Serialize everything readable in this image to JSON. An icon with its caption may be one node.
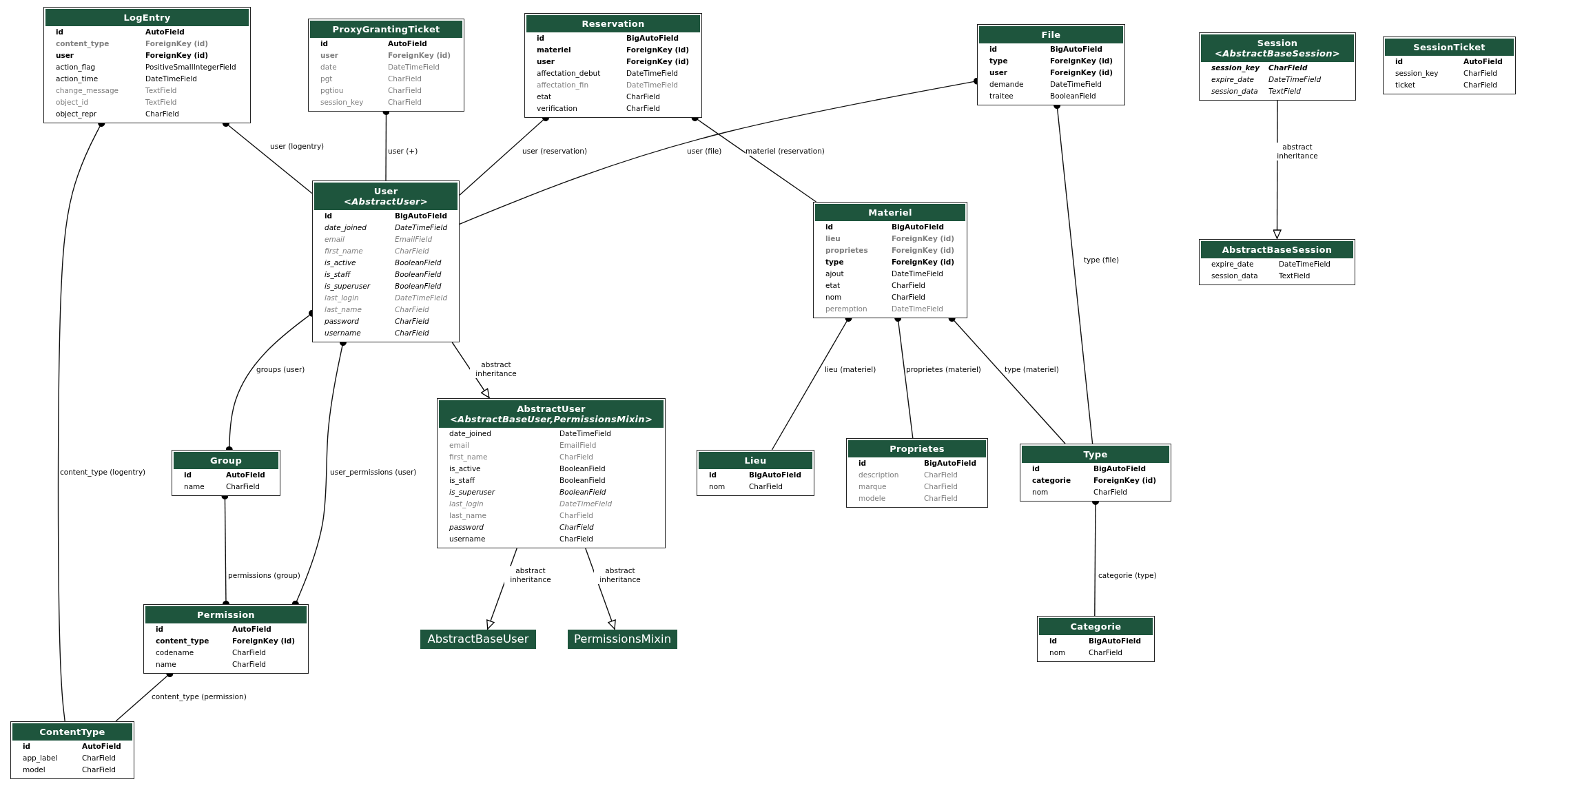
{
  "diagram": {
    "nodes": [
      {
        "text": [
          "LogEntry",
          "id",
          "AutoField",
          "content_type",
          "ForeignKey (id)",
          "user",
          "ForeignKey (id)",
          "action_flag",
          "PositiveSmallIntegerField",
          "action_time",
          "DateTimeField",
          "change_message",
          "TextField",
          "object_id",
          "TextField",
          "object_repr",
          "CharField"
        ]
      },
      {
        "text": [
          "ProxyGrantingTicket",
          "id",
          "AutoField",
          "user",
          "ForeignKey (id)",
          "date",
          "DateTimeField",
          "pgt",
          "CharField",
          "pgtiou",
          "CharField",
          "session_key",
          "CharField"
        ]
      },
      {
        "text": [
          "Reservation",
          "id",
          "BigAutoField",
          "materiel",
          "ForeignKey (id)",
          "user",
          "ForeignKey (id)",
          "affectation_debut",
          "DateTimeField",
          "affectation_fin",
          "DateTimeField",
          "etat",
          "CharField",
          "verification",
          "CharField"
        ]
      },
      {
        "text": [
          "File",
          "id",
          "BigAutoField",
          "type",
          "ForeignKey (id)",
          "user",
          "ForeignKey (id)",
          "demande",
          "DateTimeField",
          "traitee",
          "BooleanField"
        ]
      },
      {
        "text": [
          "Session *<AbstractBaseSession>*",
          "session_key",
          "CharField",
          "expire_date",
          "DateTimeField",
          "session_data",
          "TextField"
        ]
      },
      {
        "text": [
          "SessionTicket",
          "id",
          "AutoField",
          "session_key",
          "CharField",
          "ticket",
          "CharField"
        ]
      },
      {
        "text": [
          "User *<AbstractUser>*",
          "id",
          "BigAutoField",
          "date_joined",
          "DateTimeField",
          "email",
          "EmailField",
          "first_name",
          "CharField",
          "is_active",
          "BooleanField",
          "is_staff",
          "BooleanField",
          "is_superuser",
          "BooleanField",
          "last_login",
          "DateTimeField",
          "last_name",
          "CharField",
          "password",
          "CharField",
          "username",
          "CharField"
        ]
      },
      {
        "text": [
          "Materiel",
          "id",
          "BigAutoField",
          "lieu",
          "ForeignKey (id)",
          "proprietes",
          "ForeignKey (id)",
          "type",
          "ForeignKey (id)",
          "ajout",
          "DateTimeField",
          "etat",
          "CharField",
          "nom",
          "CharField",
          "peremption",
          "DateTimeField"
        ]
      },
      {
        "text": [
          "AbstractBaseSession",
          "expire_date",
          "DateTimeField",
          "session_data",
          "TextField"
        ]
      },
      {
        "text": [
          "AbstractUser *<AbstractBaseUser,PermissionsMixin>*",
          "date_joined",
          "DateTimeField",
          "email",
          "EmailField",
          "first_name",
          "CharField",
          "is_active",
          "BooleanField",
          "is_staff",
          "BooleanField",
          "is_superuser",
          "BooleanField",
          "last_login",
          "DateTimeField",
          "last_name",
          "CharField",
          "password",
          "CharField",
          "username",
          "CharField"
        ]
      },
      {
        "text": [
          "Group",
          "id",
          "AutoField",
          "name",
          "CharField"
        ]
      },
      {
        "text": [
          "Lieu",
          "id",
          "BigAutoField",
          "nom",
          "CharField"
        ]
      },
      {
        "text": [
          "Proprietes",
          "id",
          "BigAutoField",
          "description",
          "CharField",
          "marque",
          "CharField",
          "modele",
          "CharField"
        ]
      },
      {
        "text": [
          "Type",
          "id",
          "BigAutoField",
          "categorie",
          "ForeignKey (id)",
          "nom",
          "CharField"
        ]
      },
      {
        "text": [
          "Permission",
          "id",
          "AutoField",
          "content_type",
          "ForeignKey (id)",
          "codename",
          "CharField",
          "name",
          "CharField"
        ]
      },
      {
        "text": [
          "AbstractBaseUser"
        ]
      },
      {
        "text": [
          "PermissionsMixin"
        ]
      },
      {
        "text": [
          "Categorie",
          "id",
          "BigAutoField",
          "nom",
          "CharField"
        ]
      },
      {
        "text": [
          "ContentType",
          "id",
          "AutoField",
          "app_label",
          "CharField",
          "model",
          "CharField"
        ]
      }
    ],
    "edges": [
      {
        "from": 0,
        "to": 6,
        "arrow": "other",
        "label": "user (logentry)"
      },
      {
        "from": 0,
        "to": 18,
        "arrow": "other",
        "label": "content_type (logentry)"
      },
      {
        "from": 1,
        "to": 6,
        "arrow": "other",
        "label": "user (+)"
      },
      {
        "from": 2,
        "to": 6,
        "arrow": "other",
        "label": "user (reservation)"
      },
      {
        "from": 2,
        "to": 7,
        "arrow": "other",
        "label": "materiel (reservation)"
      },
      {
        "from": 3,
        "to": 6,
        "arrow": "other",
        "label": "user (file)"
      },
      {
        "from": 3,
        "to": 13,
        "arrow": "other",
        "label": "type (file)"
      },
      {
        "from": 4,
        "to": 8,
        "arrow": "to",
        "label": "abstract inheritance"
      },
      {
        "from": 6,
        "to": 9,
        "arrow": "to",
        "label": "abstract inheritance"
      },
      {
        "from": 6,
        "to": 10,
        "arrow": "other",
        "label": "groups (user)"
      },
      {
        "from": 6,
        "to": 14,
        "arrow": "other",
        "label": "user_permissions (user)"
      },
      {
        "from": 10,
        "to": 14,
        "arrow": "other",
        "label": "permissions (group)"
      },
      {
        "from": 14,
        "to": 18,
        "arrow": "other",
        "label": "content_type (permission)"
      },
      {
        "from": 9,
        "to": 15,
        "arrow": "to",
        "label": "abstract inheritance"
      },
      {
        "from": 9,
        "to": 16,
        "arrow": "to",
        "label": "abstract inheritance"
      },
      {
        "from": 7,
        "to": 11,
        "arrow": "other",
        "label": "lieu (materiel)"
      },
      {
        "from": 7,
        "to": 12,
        "arrow": "other",
        "label": "proprietes (materiel)"
      },
      {
        "from": 7,
        "to": 13,
        "arrow": "other",
        "label": "type (materiel)"
      },
      {
        "from": 13,
        "to": 17,
        "arrow": "other",
        "label": "categorie (type)"
      }
    ]
  }
}
